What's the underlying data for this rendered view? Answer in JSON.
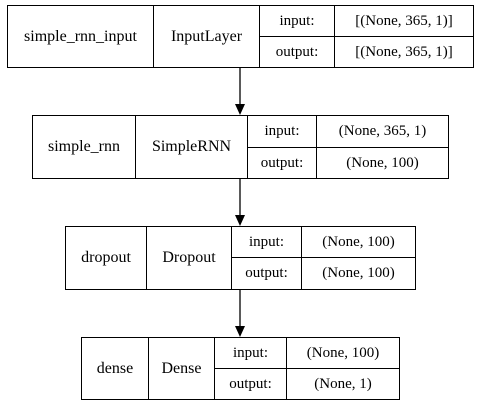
{
  "layers": [
    {
      "name": "simple_rnn_input",
      "type": "InputLayer",
      "input_label": "input:",
      "input_shape": "[(None, 365, 1)]",
      "output_label": "output:",
      "output_shape": "[(None, 365, 1)]"
    },
    {
      "name": "simple_rnn",
      "type": "SimpleRNN",
      "input_label": "input:",
      "input_shape": "(None, 365, 1)",
      "output_label": "output:",
      "output_shape": "(None, 100)"
    },
    {
      "name": "dropout",
      "type": "Dropout",
      "input_label": "input:",
      "input_shape": "(None, 100)",
      "output_label": "output:",
      "output_shape": "(None, 100)"
    },
    {
      "name": "dense",
      "type": "Dense",
      "input_label": "input:",
      "input_shape": "(None, 100)",
      "output_label": "output:",
      "output_shape": "(None, 1)"
    }
  ]
}
